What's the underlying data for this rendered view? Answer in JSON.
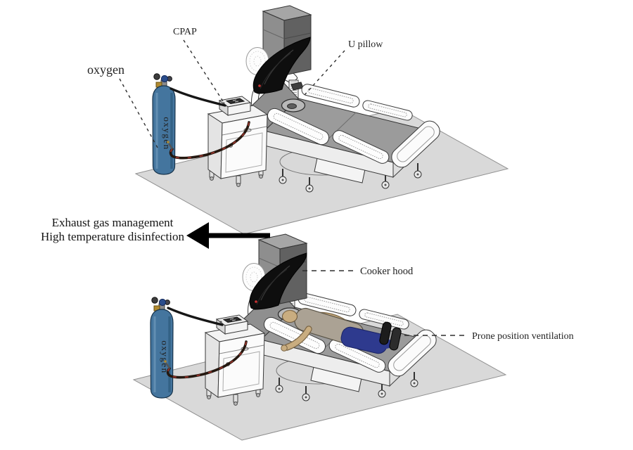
{
  "labels": {
    "oxygen": "oxygen",
    "cpap": "CPAP",
    "u_pillow": "U pillow",
    "cooker_hood": "Cooker hood",
    "prone_position": "Prone position ventilation"
  },
  "process_note": {
    "line1": "Exhaust gas management",
    "line2": "High temperature disinfection"
  },
  "oxygen_tank": {
    "body_text": "oxygen"
  },
  "colors": {
    "tank_blue": "#44759E",
    "hood_black": "#0E0E0E",
    "duct_gray": "#8E8E8E",
    "floor_gray": "#D9D9D9",
    "mattress_gray": "#9B9B9B",
    "pants_blue": "#2E3A8E",
    "skin_tan": "#C9AD80",
    "shirt_gray": "#ABA294",
    "indicator_red": "#CC3333",
    "arrow_black": "#000000"
  }
}
